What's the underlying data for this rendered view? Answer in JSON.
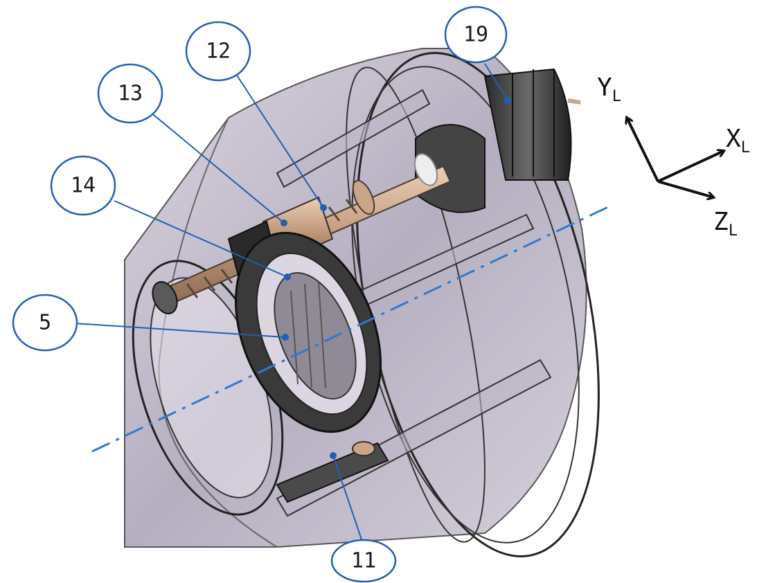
{
  "colors": {
    "callout_stroke": "#1f5fb4",
    "leader_line": "#1f5fb4",
    "axis_dashdot": "#2f7ad1",
    "housing_fill": "#b9b2c4",
    "outline": "#2a2a2a",
    "bronze": "#c9a58a"
  },
  "callouts": [
    {
      "id": "19",
      "label": "19"
    },
    {
      "id": "12",
      "label": "12"
    },
    {
      "id": "13",
      "label": "13"
    },
    {
      "id": "14",
      "label": "14"
    },
    {
      "id": "5",
      "label": "5"
    },
    {
      "id": "11",
      "label": "11"
    }
  ],
  "axes": {
    "y": {
      "main": "Y",
      "sub": "L"
    },
    "x": {
      "main": "X",
      "sub": "L"
    },
    "z": {
      "main": "Z",
      "sub": "L"
    }
  }
}
